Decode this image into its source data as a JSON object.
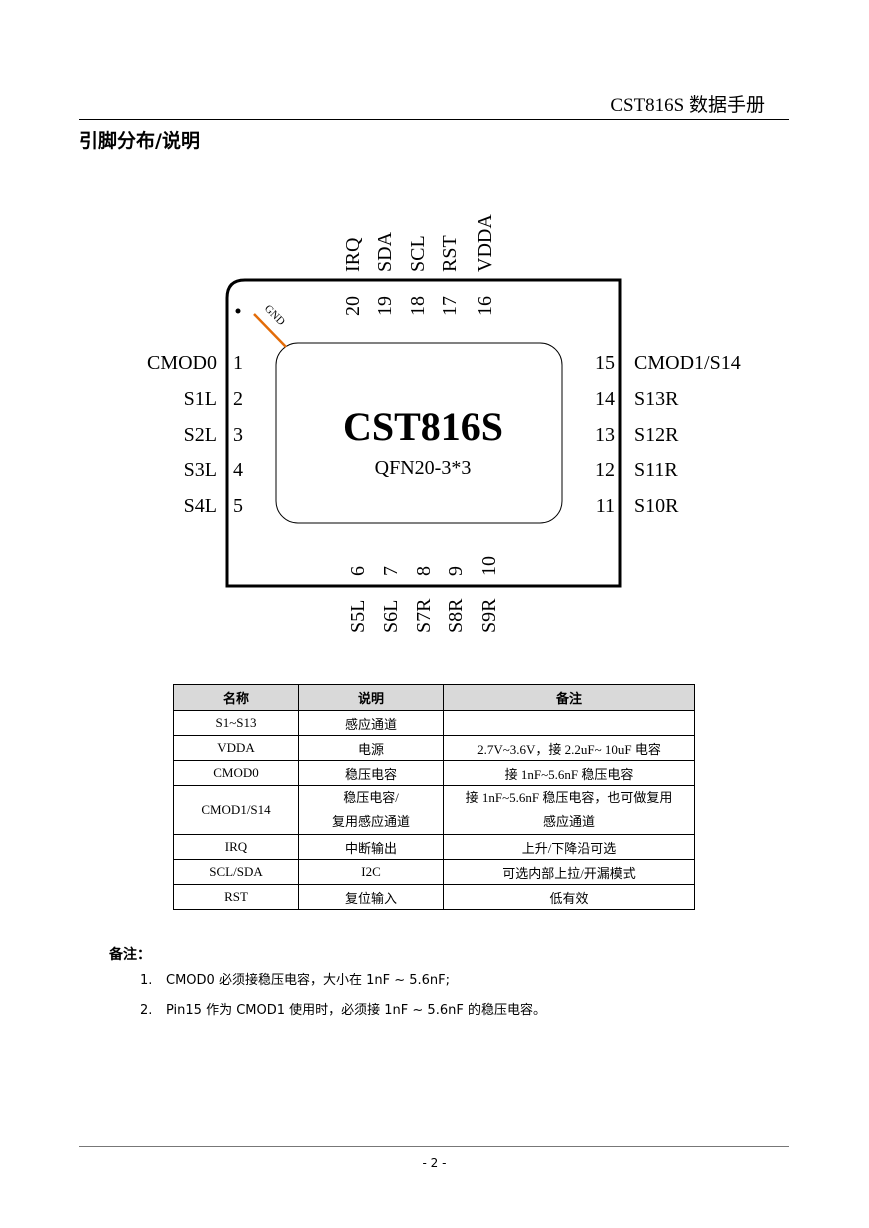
{
  "header": {
    "title": "CST816S 数据手册"
  },
  "section": {
    "title": "引脚分布/说明"
  },
  "chip": {
    "name": "CST816S",
    "package": "QFN20-3*3",
    "gnd_label": "GND",
    "pins_left": [
      {
        "num": "1",
        "label": "CMOD0"
      },
      {
        "num": "2",
        "label": "S1L"
      },
      {
        "num": "3",
        "label": "S2L"
      },
      {
        "num": "4",
        "label": "S3L"
      },
      {
        "num": "5",
        "label": "S4L"
      }
    ],
    "pins_right": [
      {
        "num": "15",
        "label": "CMOD1/S14"
      },
      {
        "num": "14",
        "label": "S13R"
      },
      {
        "num": "13",
        "label": "S12R"
      },
      {
        "num": "12",
        "label": "S11R"
      },
      {
        "num": "11",
        "label": "S10R"
      }
    ],
    "pins_top": [
      {
        "num": "20",
        "label": "IRQ"
      },
      {
        "num": "19",
        "label": "SDA"
      },
      {
        "num": "18",
        "label": "SCL"
      },
      {
        "num": "17",
        "label": "RST"
      },
      {
        "num": "16",
        "label": "VDDA"
      }
    ],
    "pins_bottom": [
      {
        "num": "6",
        "label": "S5L"
      },
      {
        "num": "7",
        "label": "S6L"
      },
      {
        "num": "8",
        "label": "S7R"
      },
      {
        "num": "9",
        "label": "S8R"
      },
      {
        "num": "10",
        "label": "S9R"
      }
    ],
    "colors": {
      "gnd_line": "#e36c09",
      "outline": "#000000"
    }
  },
  "table": {
    "headers": [
      "名称",
      "说明",
      "备注"
    ],
    "rows": [
      [
        "S1~S13",
        "感应通道",
        ""
      ],
      [
        "VDDA",
        "电源",
        "2.7V~3.6V，接 2.2uF~ 10uF 电容"
      ],
      [
        "CMOD0",
        "稳压电容",
        "接 1nF~5.6nF 稳压电容"
      ],
      [
        "CMOD1/S14",
        "稳压电容/\n复用感应通道",
        "接 1nF~5.6nF 稳压电容，也可做复用\n感应通道"
      ],
      [
        "IRQ",
        "中断输出",
        "上升/下降沿可选"
      ],
      [
        "SCL/SDA",
        "I2C",
        "可选内部上拉/开漏模式"
      ],
      [
        "RST",
        "复位输入",
        "低有效"
      ]
    ],
    "header_bg": "#d9d9d9"
  },
  "notes": {
    "title": "备注：",
    "items": [
      {
        "num": "1.",
        "text": "CMOD0 必须接稳压电容，大小在 1nF ~ 5.6nF;"
      },
      {
        "num": "2.",
        "text": "Pin15 作为 CMOD1 使用时，必须接 1nF ~ 5.6nF 的稳压电容。"
      }
    ]
  },
  "footer": {
    "page": "- 2 -"
  }
}
